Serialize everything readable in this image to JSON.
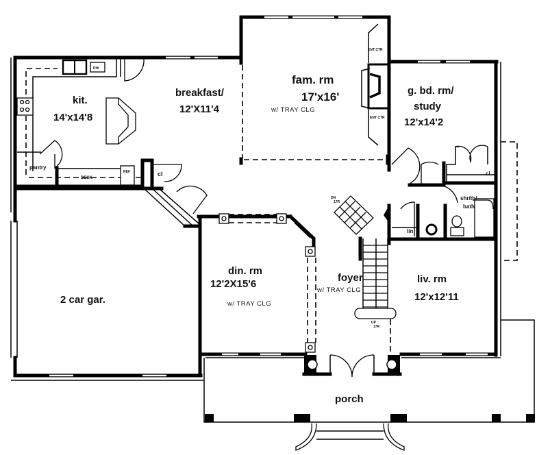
{
  "plan": {
    "type": "floor plan",
    "colors": {
      "wall": "#000000",
      "background": "#ffffff"
    },
    "rooms": [
      {
        "id": "kitchen",
        "name": "kit.",
        "size": "14'x14'8"
      },
      {
        "id": "breakfast",
        "name": "breakfast/",
        "size": "12'X11'4"
      },
      {
        "id": "family",
        "name": "fam. rm",
        "size": "17'x16'",
        "note": "w/ TRAY CLG"
      },
      {
        "id": "guest-bed",
        "name": "g. bd. rm/",
        "name2": "study",
        "size": "12'x14'2"
      },
      {
        "id": "dining",
        "name": "din. rm",
        "size": "12'2X15'6",
        "note": "w/ TRAY CLG"
      },
      {
        "id": "foyer",
        "name": "foyer",
        "note": "w/ TRAY CLG"
      },
      {
        "id": "living",
        "name": "liv. rm",
        "size": "12'x12'11"
      },
      {
        "id": "garage",
        "name": "2 car gar."
      },
      {
        "id": "porch",
        "name": "porch"
      }
    ],
    "small_labels": {
      "pantry": "pantry",
      "desk": "DESK",
      "ref": "REF",
      "dw": "DW",
      "closet_kitchen": "cl",
      "closet_bed": "cl",
      "linen": "lin",
      "bath_1": "shr/tb/",
      "bath_2": "bath",
      "ent_ctr_top": "ENT CTR",
      "ent_ctr_bottom": "ENT CTR",
      "stairs_down_1": "DN",
      "stairs_down_2": "17R",
      "stairs_up_1": "UP",
      "stairs_up_2": "17R"
    }
  }
}
